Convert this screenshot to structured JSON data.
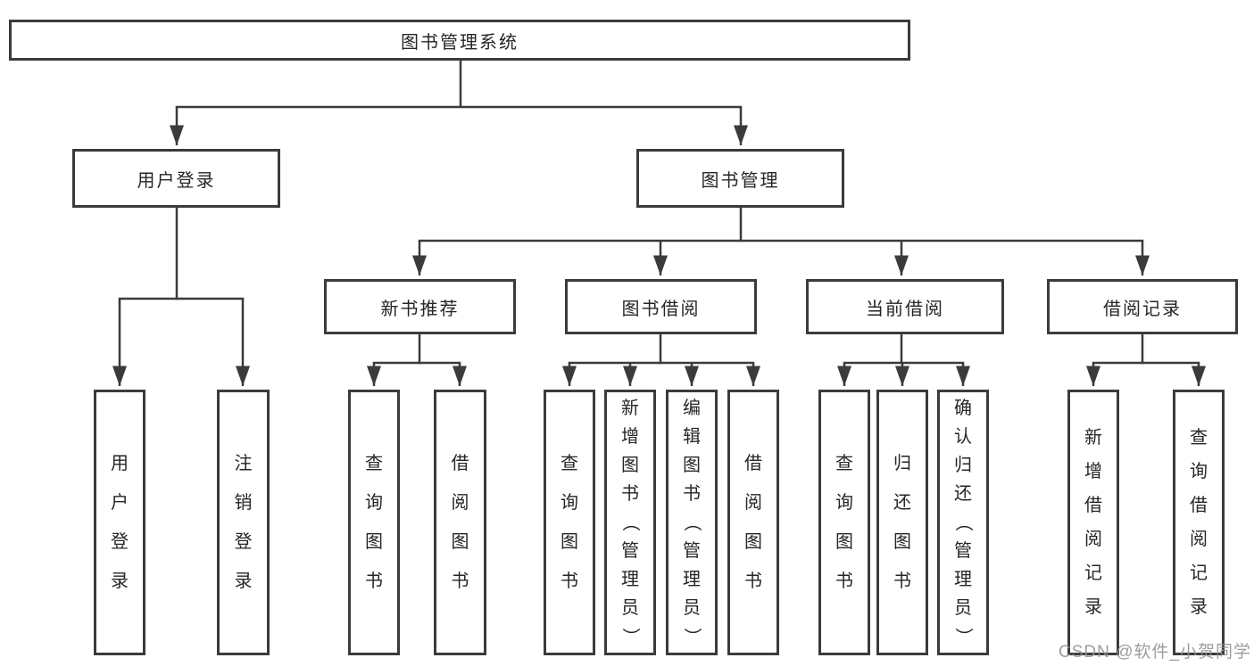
{
  "tree": {
    "root": {
      "label": "图书管理系统"
    },
    "branches": [
      {
        "label": "用户登录",
        "children": [
          {
            "label": "用户登录"
          },
          {
            "label": "注销登录"
          }
        ]
      },
      {
        "label": "图书管理",
        "children": [
          {
            "label": "新书推荐",
            "children": [
              {
                "label": "查询图书"
              },
              {
                "label": "借阅图书"
              }
            ]
          },
          {
            "label": "图书借阅",
            "children": [
              {
                "label": "查询图书"
              },
              {
                "label": "新增图书（管理员）"
              },
              {
                "label": "编辑图书（管理员）"
              },
              {
                "label": "借阅图书"
              }
            ]
          },
          {
            "label": "当前借阅",
            "children": [
              {
                "label": "查询图书"
              },
              {
                "label": "归还图书"
              },
              {
                "label": "确认归还（管理员）"
              }
            ]
          },
          {
            "label": "借阅记录",
            "children": [
              {
                "label": "新增借阅记录"
              },
              {
                "label": "查询借阅记录"
              }
            ]
          }
        ]
      }
    ]
  },
  "watermark": {
    "text": "CSDN @软件_小贺同学"
  },
  "colors": {
    "background": "#ffffff",
    "box_border": "#3b3b3b",
    "connector": "#3b3b3b",
    "text": "#262626",
    "watermark": "#919191"
  }
}
